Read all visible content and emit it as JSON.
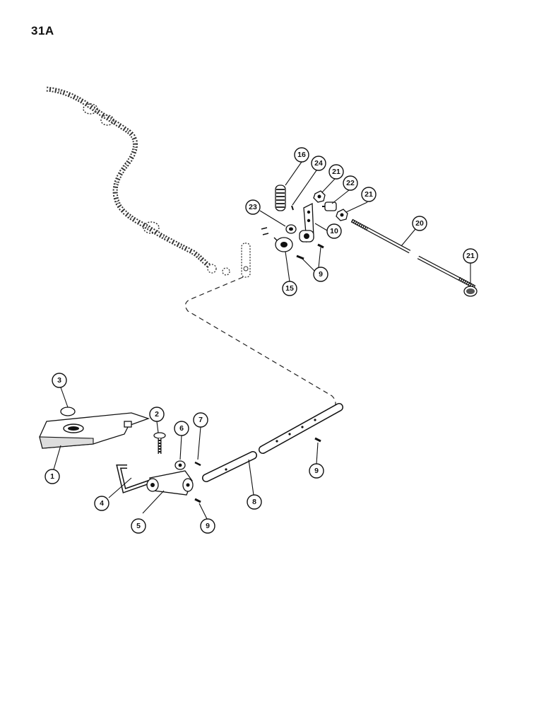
{
  "page": {
    "code": "31A"
  },
  "colors": {
    "ink": "#111111",
    "paper": "#ffffff"
  },
  "callouts": [
    {
      "id": "16",
      "label": "16"
    },
    {
      "id": "24",
      "label": "24"
    },
    {
      "id": "21a",
      "label": "21"
    },
    {
      "id": "22",
      "label": "22"
    },
    {
      "id": "21b",
      "label": "21"
    },
    {
      "id": "23",
      "label": "23"
    },
    {
      "id": "10",
      "label": "10"
    },
    {
      "id": "20",
      "label": "20"
    },
    {
      "id": "21c",
      "label": "21"
    },
    {
      "id": "9a",
      "label": "9"
    },
    {
      "id": "15",
      "label": "15"
    },
    {
      "id": "3",
      "label": "3"
    },
    {
      "id": "2",
      "label": "2"
    },
    {
      "id": "6",
      "label": "6"
    },
    {
      "id": "7",
      "label": "7"
    },
    {
      "id": "1",
      "label": "1"
    },
    {
      "id": "4",
      "label": "4"
    },
    {
      "id": "5",
      "label": "5"
    },
    {
      "id": "9b",
      "label": "9"
    },
    {
      "id": "8",
      "label": "8"
    },
    {
      "id": "9c",
      "label": "9"
    }
  ]
}
